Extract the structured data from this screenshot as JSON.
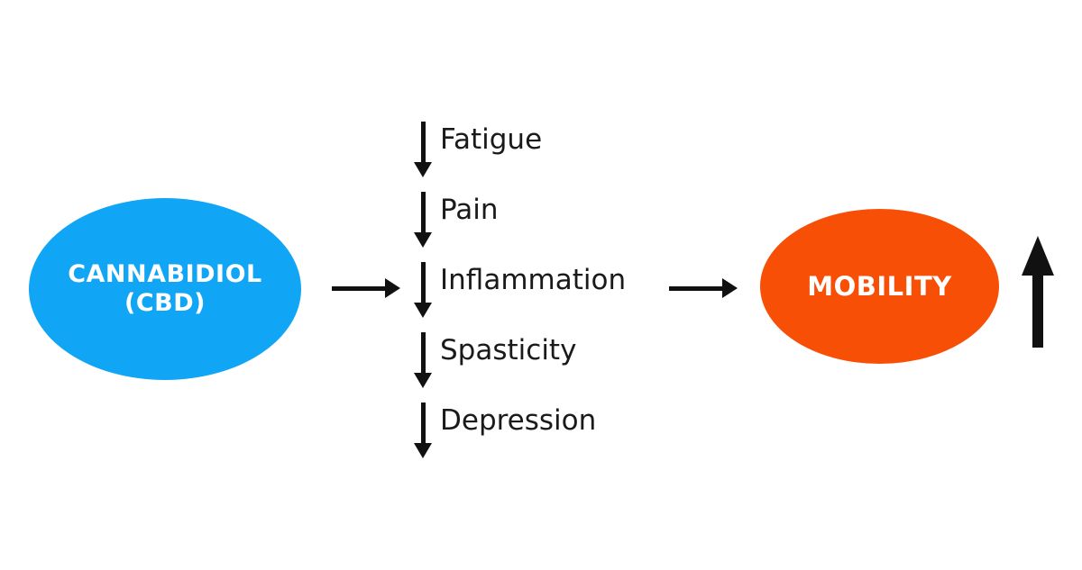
{
  "diagram": {
    "type": "flow-diagram",
    "background_color": "#ffffff",
    "nodes": {
      "cbd": {
        "label_line1": "CANNABIDIOL",
        "label_line2": "(CBD)",
        "shape": "ellipse",
        "fill_color": "#10a5f5",
        "text_color": "#ffffff"
      },
      "mobility": {
        "label": "MOBILITY",
        "shape": "ellipse",
        "fill_color": "#f84f06",
        "text_color": "#ffffff",
        "trend_icon": "up-arrow-icon"
      }
    },
    "symptoms": {
      "trend_icon": "down-arrow-icon",
      "items": [
        {
          "label": "Fatigue"
        },
        {
          "label": "Pain"
        },
        {
          "label": "Inflammation"
        },
        {
          "label": "Spasticity"
        },
        {
          "label": "Depression"
        }
      ]
    },
    "connectors": [
      {
        "name": "cbd-to-symptoms",
        "icon": "right-arrow-icon"
      },
      {
        "name": "symptoms-to-mobility",
        "icon": "right-arrow-icon"
      }
    ]
  }
}
